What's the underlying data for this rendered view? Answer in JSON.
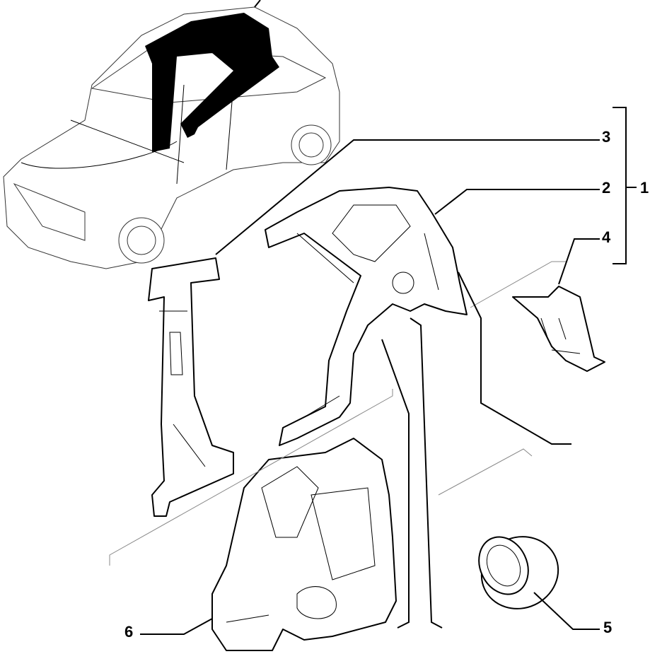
{
  "diagram": {
    "callouts": [
      {
        "id": "1",
        "label": "1"
      },
      {
        "id": "2",
        "label": "2"
      },
      {
        "id": "3",
        "label": "3"
      },
      {
        "id": "4",
        "label": "4"
      },
      {
        "id": "5",
        "label": "5"
      },
      {
        "id": "6",
        "label": "6"
      }
    ],
    "colors": {
      "ink": "#000000",
      "background": "#ffffff",
      "highlight": "#000000"
    }
  }
}
